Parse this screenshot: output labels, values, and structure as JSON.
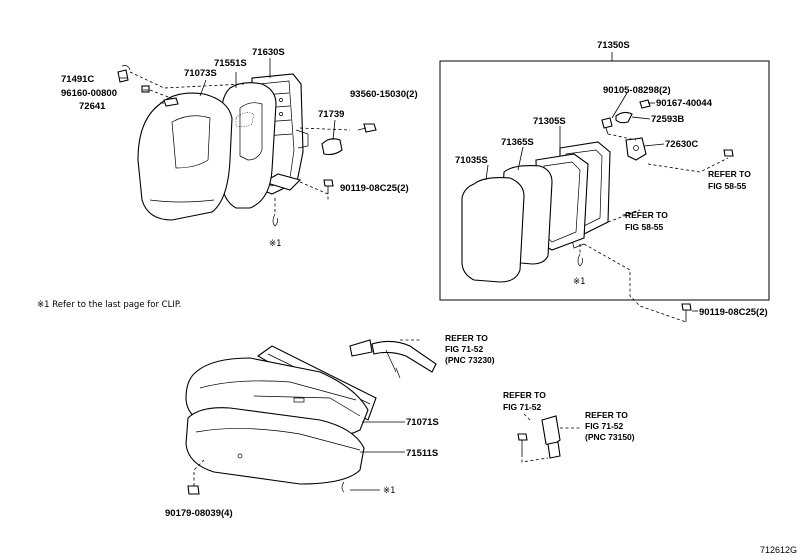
{
  "labels": {
    "p71630S": "71630S",
    "p71551S": "71551S",
    "p71073S": "71073S",
    "p71491C": "71491C",
    "p96160": "96160-00800",
    "p72641": "72641",
    "p93560": "93560-15030(2)",
    "p71739": "71739",
    "p90119a": "90119-08C25(2)",
    "p71350S": "71350S",
    "p90105": "90105-08298(2)",
    "p90167": "90167-40044",
    "p72593B": "72593B",
    "p71305S": "71305S",
    "p71365S": "71365S",
    "p71035S": "71035S",
    "p72630C": "72630C",
    "p90119b": "90119-08C25(2)",
    "p71071S": "71071S",
    "p71511S": "71511S",
    "p90179": "90179-08039(4)"
  },
  "refs": {
    "r1": [
      "REFER TO",
      "FIG 58-55"
    ],
    "r2": [
      "REFER TO",
      "FIG 58-55"
    ],
    "r3": [
      "REFER TO",
      "FIG 71-52",
      "(PNC 73230)"
    ],
    "r4": [
      "REFER TO",
      "FIG 71-52"
    ],
    "r5": [
      "REFER TO",
      "FIG 71-52",
      "(PNC 73150)"
    ]
  },
  "clip_marks": {
    "c1": "※1",
    "c2": "※1",
    "c3": "※1"
  },
  "note": "※1 Refer to the last page for CLIP.",
  "diagram_code": "712612G"
}
